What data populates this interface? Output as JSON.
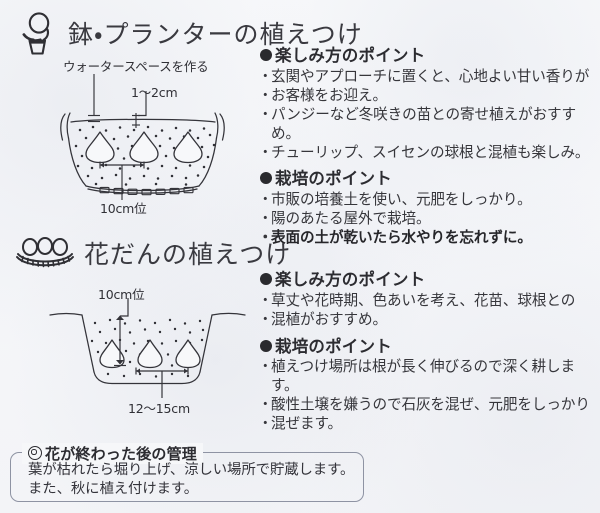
{
  "page": {
    "background_color": "#f6f7f9",
    "ink_color": "#2c2c31"
  },
  "sections": [
    {
      "id": "pot-planter",
      "title": "鉢・プランターの植えつけ",
      "icon": "potted-plant-icon",
      "diagram": {
        "name": "planter-cross-section",
        "labels": {
          "water_space": "ウォータースペースを作る",
          "depth": "1〜2cm",
          "spacing": "10cm位"
        },
        "bulb_count": 3,
        "drain_hole_count": 7
      },
      "blocks": [
        {
          "heading": "楽しみ方のポイント",
          "bullets": [
            {
              "text": "玄関やアプローチに置くと、心地よい甘い香りが",
              "bold": false
            },
            {
              "text": "お客様をお迎え。",
              "bold": false,
              "continuation": true
            },
            {
              "text": "パンジーなど冬咲きの苗との寄せ植えがおすすめ。",
              "bold": false
            },
            {
              "text": "チューリップ、スイセンの球根と混植も楽しみ。",
              "bold": false
            }
          ]
        },
        {
          "heading": "栽培のポイント",
          "bullets": [
            {
              "text": "市販の培養土を使い、元肥をしっかり。",
              "bold": false
            },
            {
              "text": "陽のあたる屋外で栽培。",
              "bold": false
            },
            {
              "text": "表面の土が乾いたら水やりを忘れずに。",
              "bold": true
            }
          ]
        }
      ]
    },
    {
      "id": "flower-bed",
      "title": "花だんの植えつけ",
      "icon": "flower-bed-bulbs-icon",
      "diagram": {
        "name": "flower-bed-cross-section",
        "labels": {
          "depth": "10cm位",
          "spacing": "12〜15cm"
        },
        "bulb_count": 3
      },
      "blocks": [
        {
          "heading": "楽しみ方のポイント",
          "bullets": [
            {
              "text": "草丈や花時期、色あいを考え、花苗、球根との",
              "bold": false
            },
            {
              "text": "混植がおすすめ。",
              "bold": false,
              "continuation": true
            }
          ]
        },
        {
          "heading": "栽培のポイント",
          "bullets": [
            {
              "text": "植えつけ場所は根が長く伸びるので深く耕します。",
              "bold": false
            },
            {
              "text": "酸性土壌を嫌うので石灰を混ぜ、元肥をしっかり",
              "bold": false
            },
            {
              "text": "混ぜます。",
              "bold": false,
              "continuation": true
            }
          ]
        }
      ]
    }
  ],
  "note": {
    "title": "花が終わった後の管理",
    "icon": "double-circle-icon",
    "line1": "葉が枯れたら堀り上げ、涼しい場所で貯蔵します。",
    "line2": "また、秋に植え付けます。"
  }
}
